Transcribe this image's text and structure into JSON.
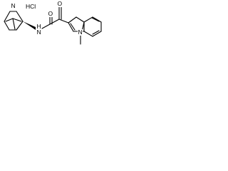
{
  "molecule": {
    "salt": "HCl",
    "atoms": {
      "quinuclidine_n": "N",
      "amide_nh": "H",
      "amide_n": "N",
      "ketone_o": "O",
      "amide_o": "O",
      "indole_n": "N"
    }
  }
}
